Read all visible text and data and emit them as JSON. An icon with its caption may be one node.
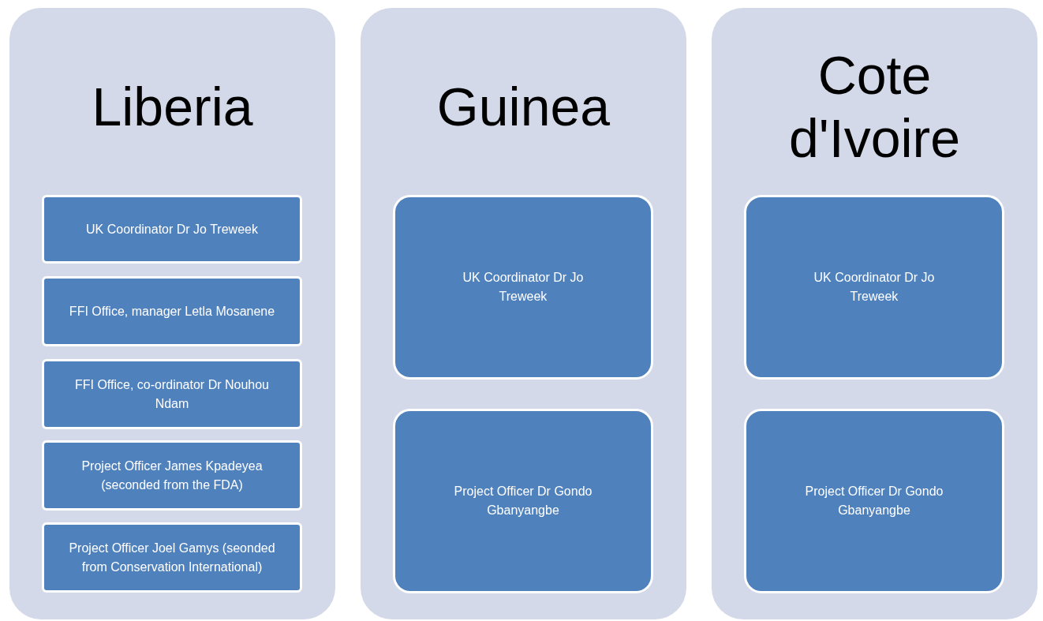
{
  "diagram": {
    "nodes": [
      {
        "text": [
          "Liberia"
        ]
      },
      {
        "text": [
          "UK Coordinator Dr Jo Treweek"
        ],
        "in": 0
      },
      {
        "text": [
          "FFI Office, manager Letla Mosanene"
        ],
        "in": 0
      },
      {
        "text": [
          "FFI Office, co-ordinator Dr Nouhou Ndam"
        ],
        "in": 0
      },
      {
        "text": [
          "Project Officer James Kpadeyea (seconded from the FDA)"
        ],
        "in": 0
      },
      {
        "text": [
          "Project Officer Joel Gamys (seonded from Conservation International)"
        ],
        "in": 0
      },
      {
        "text": [
          "Guinea"
        ]
      },
      {
        "text": [
          "UK Coordinator Dr Jo Treweek"
        ],
        "in": 6
      },
      {
        "text": [
          "Project Officer Dr Gondo Gbanyangbe"
        ],
        "in": 6
      },
      {
        "text": [
          "Cote d'Ivoire"
        ]
      },
      {
        "text": [
          "UK Coordinator Dr Jo Treweek"
        ],
        "in": 9
      },
      {
        "text": [
          "Project Officer Dr Gondo Gbanyangbe"
        ],
        "in": 9
      }
    ]
  }
}
